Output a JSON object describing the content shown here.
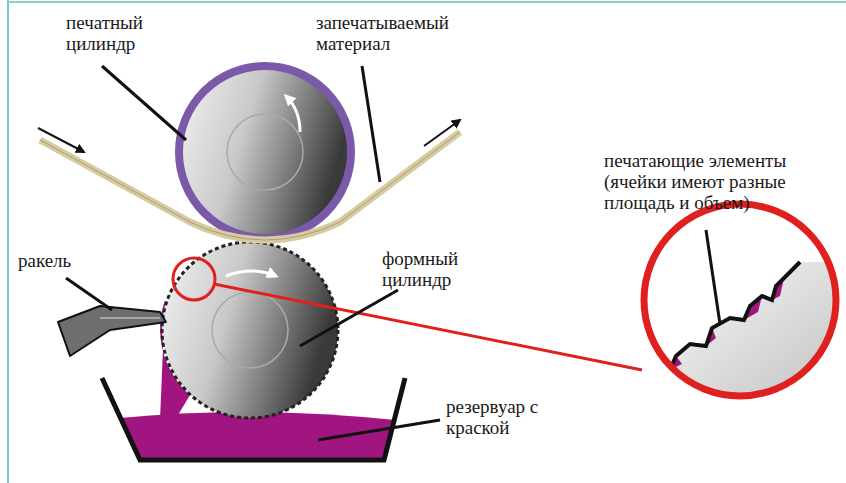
{
  "diagram": {
    "labels": [
      "печатный цилиндр",
      "запечатываемый материал",
      "ракель",
      "формный цилиндр",
      "резервуар с краской",
      "печатающие элементы (ячейки имеют разные площадь и объем)"
    ]
  }
}
